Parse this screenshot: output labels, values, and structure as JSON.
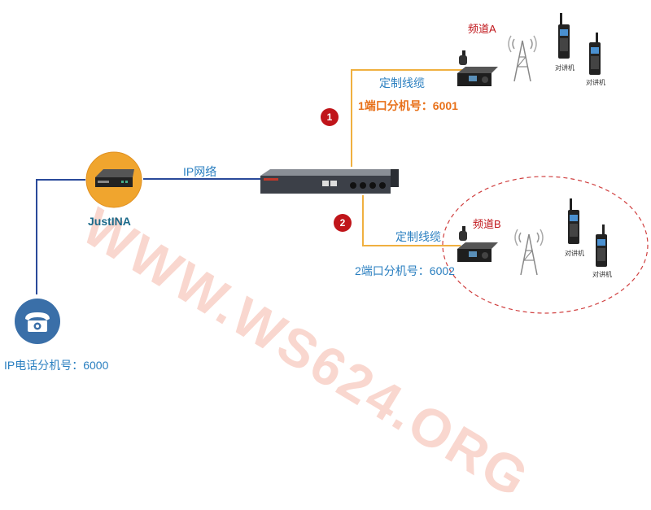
{
  "colors": {
    "accent": "#f0b040",
    "link_line": "#2a4a9a",
    "orange_text": "#e8711a",
    "blue_text": "#2a7fc0",
    "teal_text": "#1c6a8a",
    "badge_red": "#c0151a",
    "watermark": "#f5b8a8",
    "dashed_ellipse": "#d04040"
  },
  "watermark": "WWW.WS624.ORG",
  "gateway": {
    "label": "JustINA"
  },
  "ip_network_label": "IP网络",
  "phone": {
    "label": "IP电话分机号：6000"
  },
  "port1": {
    "badge": "1",
    "cable_label": "定制线缆",
    "extension_label": "1端口分机号：6001",
    "channel_label": "频道A",
    "radio1_label": "对讲机",
    "radio2_label": "对讲机"
  },
  "port2": {
    "badge": "2",
    "cable_label": "定制线缆",
    "extension_label": "2端口分机号：6002",
    "channel_label": "频道B",
    "radio1_label": "对讲机",
    "radio2_label": "对讲机"
  },
  "icons": [
    "router-icon",
    "telephone-icon",
    "rack-device-icon",
    "radio-base-icon",
    "tower-icon",
    "walkie-talkie-icon"
  ]
}
